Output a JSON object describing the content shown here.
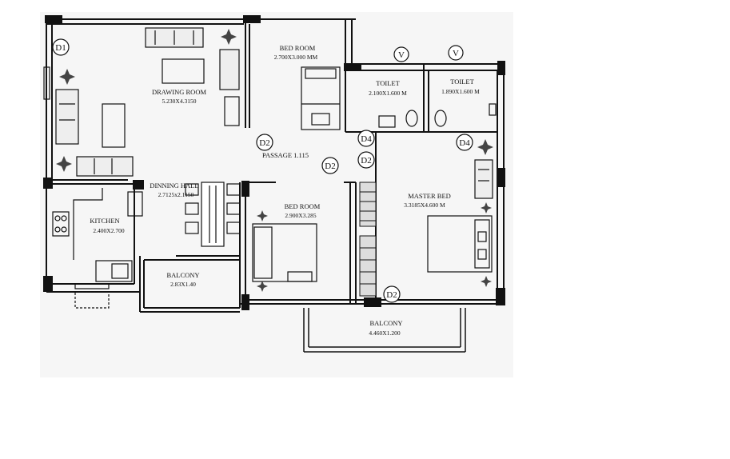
{
  "rooms": {
    "drawing_room": {
      "name": "DRAWING ROOM",
      "dim": "5.230X4.3150"
    },
    "bed_room_1": {
      "name": "BED ROOM",
      "dim": "2.700X3.000 MM"
    },
    "toilet_1": {
      "name": "TOILET",
      "dim": "2.100X1.600 M"
    },
    "toilet_2": {
      "name": "TOILET",
      "dim": "1.890X1.600 M"
    },
    "passage": {
      "name": "PASSAGE 1.115"
    },
    "dining_hall": {
      "name": "DINNING HALL",
      "dim": "2.7125x2.1150"
    },
    "kitchen": {
      "name": "KITCHEN",
      "dim": "2.400X2.700"
    },
    "bed_room_2": {
      "name": "BED ROOM",
      "dim": "2.900X3.285"
    },
    "master_bed": {
      "name": "MASTER BED",
      "dim": "3.3185X4.600 M"
    },
    "balcony_1": {
      "name": "BALCONY",
      "dim": "2.83X1.40"
    },
    "balcony_2": {
      "name": "BALCONY",
      "dim": "4.460X1.200"
    }
  },
  "door_tags": {
    "d1": "D1",
    "d2_passage": "D2",
    "d2_center": "D2",
    "d2_right": "D2",
    "d2_bottom": "D2",
    "d4_left": "D4",
    "d4_right": "D4",
    "v_left": "V",
    "v_right": "V"
  },
  "colors": {
    "ink": "#111111",
    "paper": "#ffffff",
    "shade": "#f4f4f4"
  }
}
